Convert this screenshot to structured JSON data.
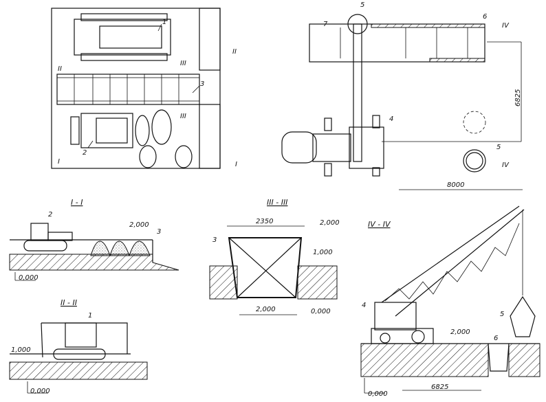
{
  "plan_left": {
    "label_1": "1",
    "label_2": "2",
    "label_3": "3",
    "mark_II_a": "II",
    "mark_II_b": "II",
    "mark_III_a": "III",
    "mark_III_b": "III",
    "mark_I_a": "I",
    "mark_I_b": "I"
  },
  "plan_right": {
    "label_5_top": "5",
    "label_7": "7",
    "label_6": "6",
    "mark_IV_a": "IV",
    "mark_IV_b": "IV",
    "dim_6825": "6825",
    "label_4": "4",
    "label_5_bottom": "5",
    "dim_8000": "8000"
  },
  "section_I": {
    "title": "I - I",
    "label_2": "2",
    "level_top": "2,000",
    "label_3": "3",
    "level_base": "0,000"
  },
  "section_II": {
    "title": "II - II",
    "label_1": "1",
    "level_top": "1,000",
    "level_base": "0,000"
  },
  "section_III": {
    "title": "III - III",
    "dim_top": "2350",
    "level_top": "2,000",
    "label_3": "3",
    "level_mid": "1,000",
    "dim_bottom": "2,000",
    "level_base": "0,000"
  },
  "section_IV": {
    "title": "IV - IV",
    "label_4": "4",
    "label_5": "5",
    "label_6": "6",
    "level_top": "2,000",
    "level_base": "0,000",
    "dim_6825": "6825"
  }
}
